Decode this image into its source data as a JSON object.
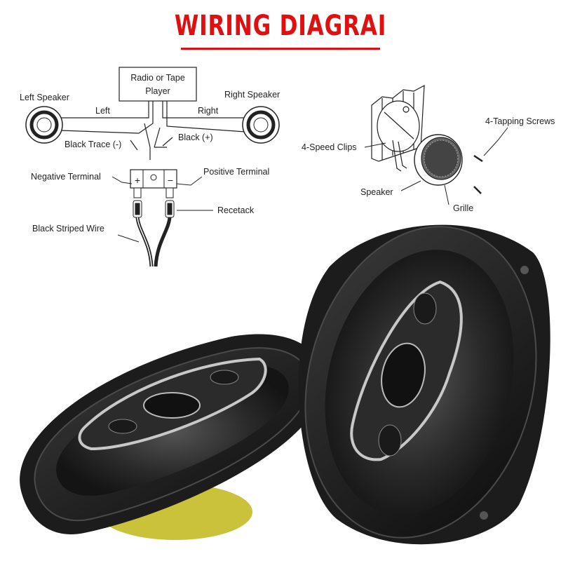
{
  "title": "WIRING DIAGRAI",
  "wiring": {
    "source_box_line1": "Radio or Tape",
    "source_box_line2": "Player",
    "left_speaker": "Left Speaker",
    "right_speaker": "Right Speaker",
    "left": "Left",
    "right": "Right",
    "black_trace": "Black Trace (-)",
    "black_plus": "Black (+)",
    "negative_terminal": "Negative Terminal",
    "positive_terminal": "Positive Terminal",
    "recetack": "Recetack",
    "black_striped_wire": "Black Striped Wire",
    "plus_symbol": "+",
    "minus_symbol": "−"
  },
  "mounting": {
    "tapping_screws": "4-Tapping Screws",
    "speed_clips": "4-Speed Clips",
    "speaker": "Speaker",
    "grille": "Grille"
  },
  "colors": {
    "title": "#e01010",
    "line": "#222222",
    "speaker_body": "#1b1b1b",
    "accent_silver": "#c8c8c8",
    "magnet_yellow": "#c9c23a"
  }
}
